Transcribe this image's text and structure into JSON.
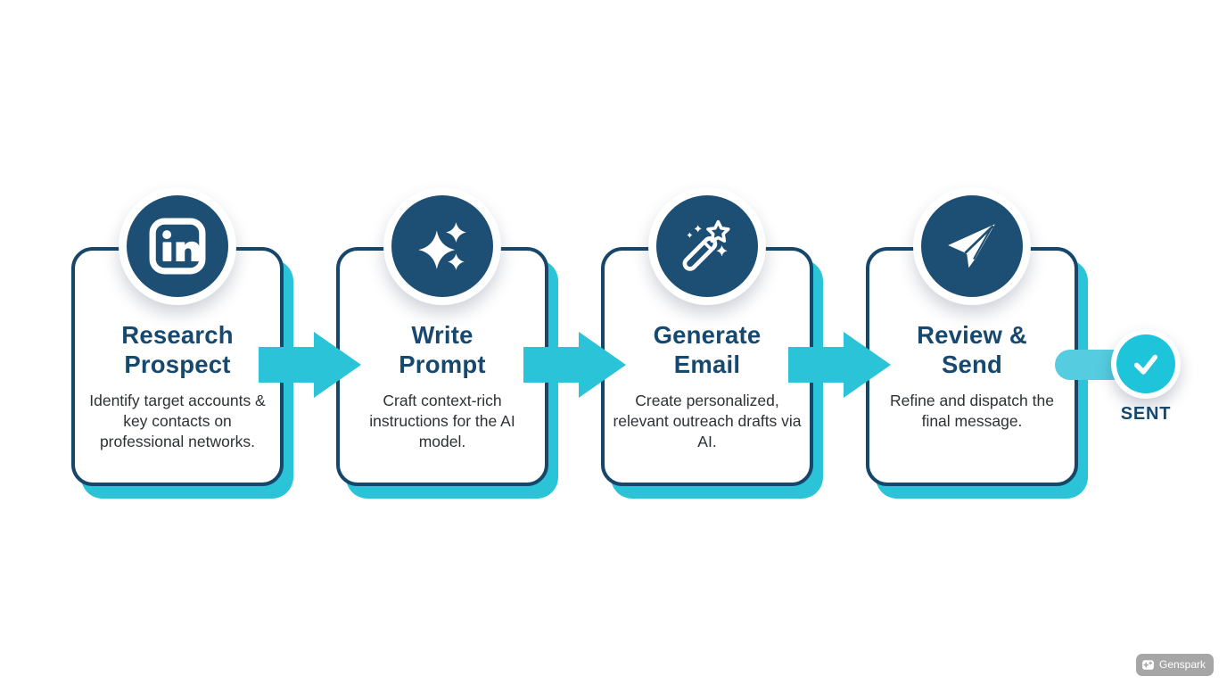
{
  "colors": {
    "navy": "#1d4e73",
    "navy_text": "#17486e",
    "cyan": "#2bc3d7",
    "cyan_light": "#55ccdf",
    "check_cyan": "#1ec4da",
    "body_text": "#2d3136",
    "card_background": "#ffffff",
    "page_background": "#ffffff",
    "watermark_background": "#a6a6a6"
  },
  "steps": [
    {
      "icon": "linkedin-icon",
      "title_lines": [
        "Research",
        "Prospect"
      ],
      "description": "Identify target accounts & key contacts on professional networks."
    },
    {
      "icon": "sparkles-icon",
      "title_lines": [
        "Write",
        "Prompt"
      ],
      "description": "Craft context-rich instructions for the AI model."
    },
    {
      "icon": "magic-wand-icon",
      "title_lines": [
        "Generate",
        "Email"
      ],
      "description": "Create personalized, relevant outreach drafts via AI."
    },
    {
      "icon": "paper-plane-icon",
      "title_lines": [
        "Review &",
        "Send"
      ],
      "description": "Refine and dispatch the final message."
    }
  ],
  "result": {
    "label": "SENT",
    "icon": "checkmark-icon"
  },
  "watermark": {
    "label": "Genspark",
    "icon": "genspark-logo-icon"
  }
}
